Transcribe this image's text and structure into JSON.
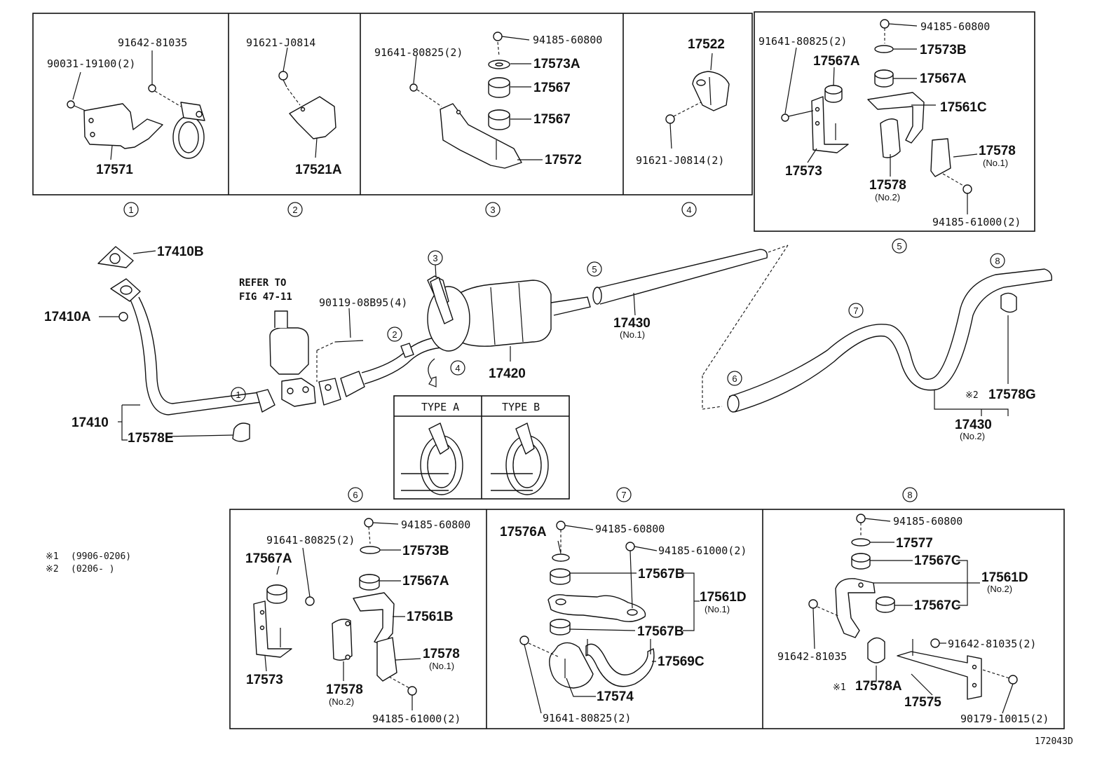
{
  "diagram": {
    "figure_code": "172043D",
    "refer_note": [
      "REFER TO",
      "FIG 47-11"
    ],
    "notes": [
      {
        "mark": "※1",
        "range": "(9906-0206)"
      },
      {
        "mark": "※2",
        "range": "(0206-        )"
      }
    ],
    "type_table": {
      "type_a": "TYPE A",
      "type_b": "TYPE B"
    },
    "circles": [
      "1",
      "2",
      "3",
      "4",
      "5",
      "6",
      "7",
      "8"
    ],
    "panel1": {
      "p1": "91642-81035",
      "p2": "90031-19100(2)",
      "p3": "17571"
    },
    "panel2": {
      "p1": "91621-J0814",
      "p2": "17521A"
    },
    "panel3": {
      "p1": "94185-60800",
      "p2": "91641-80825(2)",
      "p3": "17573A",
      "p4": "17567",
      "p5": "17567",
      "p6": "17572"
    },
    "panel4": {
      "p1": "17522",
      "p2": "91621-J0814(2)"
    },
    "panel5": {
      "p1": "94185-60800",
      "p2": "91641-80825(2)",
      "p3": "17573B",
      "p4": "17567A",
      "p5": "17567A",
      "p6": "17561C",
      "p7": "17573",
      "p8": "17578",
      "p8s": "(No.1)",
      "p9": "17578",
      "p9s": "(No.2)",
      "p10": "94185-61000(2)"
    },
    "main": {
      "m1": "17410B",
      "m2": "17410A",
      "m3": "17410",
      "m4": "17578E",
      "m5": "90119-08B95(4)",
      "m6": "17420",
      "m7": "17430",
      "m7s": "(No.1)",
      "m8": "17578G",
      "m8m": "※2",
      "m9": "17430",
      "m9s": "(No.2)"
    },
    "panel6": {
      "p1": "94185-60800",
      "p2": "91641-80825(2)",
      "p3": "17573B",
      "p4": "17567A",
      "p5": "17567A",
      "p6": "17561B",
      "p7": "17573",
      "p8": "17578",
      "p8s": "(No.1)",
      "p9": "17578",
      "p9s": "(No.2)",
      "p10": "94185-61000(2)"
    },
    "panel7": {
      "p1": "17576A",
      "p2": "94185-60800",
      "p3": "94185-61000(2)",
      "p4": "17567B",
      "p5": "17561D",
      "p5s": "(No.1)",
      "p6": "17567B",
      "p7": "17569C",
      "p8": "17574",
      "p9": "91641-80825(2)"
    },
    "panel8": {
      "p1": "94185-60800",
      "p2": "17577",
      "p3": "17567C",
      "p4": "17561D",
      "p4s": "(No.2)",
      "p5": "17567C",
      "p6": "91642-81035",
      "p7": "91642-81035(2)",
      "p8": "17578A",
      "p8m": "※1",
      "p9": "17575",
      "p10": "90179-10015(2)"
    }
  }
}
